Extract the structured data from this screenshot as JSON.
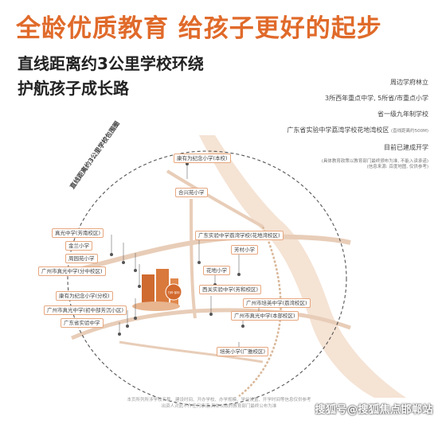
{
  "headline": "全龄优质教育  给孩子更好的起步",
  "subtitle": [
    "直线距离约3公里学校环绕",
    "护航孩子成长路"
  ],
  "facts": {
    "line1": "周边学府林立",
    "line2": "3所西年重点中学, 5所省/市重点小学",
    "line3": "省一级九年制学校",
    "line4a": "广东省实验中学荔湾学校花地湾校区",
    "line4b": "(直线距离约500M)",
    "line5": "目前已建成开学",
    "line6": "(具体教育政策以教育部门最终颁布为准, 不能入读承诺)",
    "line7": "(信息来源: 百度地图, 仅供参考)"
  },
  "ring_label": "直线距离约3公里学校包围圈",
  "project_label": "万科·保利",
  "schools": {
    "s1": "康有为纪念小学(本校)",
    "s2": "合兴苑小学",
    "s3": "真光中学(芳南校区)",
    "s4": "金兰小学",
    "s5": "周园苑小学",
    "s6": "广州市真光中学(分中校区)",
    "s7": "广东实验中学荔湾学校(花地湾校区)",
    "s8": "芳村小学",
    "s9": "花地小学",
    "s10": "西关实验中学(芳和校区)",
    "s11": "康有为纪念小学(分校)",
    "s12": "广州市真光中学(初中部芳沉小区)",
    "s13": "广东省实验中学",
    "s14": "广州市培英中学(荔湾校区)",
    "s15": "广州市真光中学(本部校区)",
    "s16": "培英小学(广雅校区)"
  },
  "footnote": {
    "line1": "本页所列所涉学校名称、建设时间、开办学校、办学规模、学位设置、开学时间等信息仅供参考",
    "line2": "出资人对此不作任何承诺,具体以政府教育部门最终公布为准"
  },
  "watermark": "搜狐号@搜狐焦点邯郸站",
  "watermark_bg": "广州小华政启",
  "colors": {
    "accent": "#e06a2a",
    "road": "#e8cdb8",
    "river": "#f4e2d2",
    "building": "#d57238"
  }
}
